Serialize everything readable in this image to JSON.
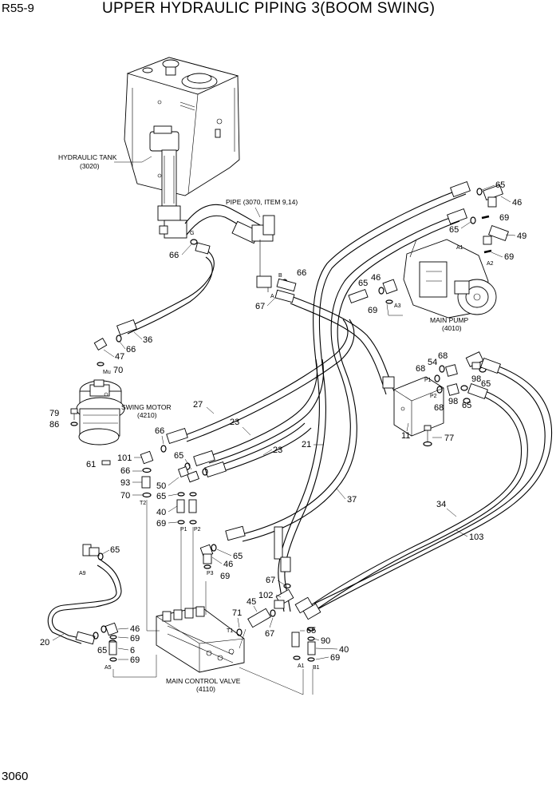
{
  "header": {
    "model": "R55-9",
    "title": "UPPER HYDRAULIC PIPING 3(BOOM SWING)"
  },
  "footer": {
    "page_number": "3060"
  },
  "components": {
    "hydraulic_tank": {
      "name": "HYDRAULIC TANK",
      "code": "(3020)"
    },
    "pipe": {
      "name": "PIPE (3070, ITEM 9,14)"
    },
    "main_pump": {
      "name": "MAIN PUMP",
      "code": "(4010)"
    },
    "swing_motor": {
      "name": "SWING MOTOR",
      "code": "(4210)"
    },
    "main_control_valve": {
      "name": "MAIN CONTROL VALVE",
      "code": "(4110)"
    }
  },
  "ports": {
    "g": "G",
    "b": "B",
    "a": "A",
    "a1": "A1",
    "a2": "A2",
    "a3": "A3",
    "mu": "Mu",
    "p1_valve": "P1",
    "p2_valve": "P2",
    "t2": "T2",
    "p1": "P1",
    "p2": "P2",
    "p3": "P3",
    "a9": "A9",
    "a5": "A5",
    "t1": "T1",
    "a1_mcv": "A1",
    "b1_mcv": "B1"
  },
  "part_labels": {
    "p65_pump_top": "65",
    "p46_pump_top": "46",
    "p69_pump_top": "69",
    "p65_pump_mid": "65",
    "p49": "49",
    "p69_pump_a2": "69",
    "p66_pipe_b": "66",
    "p46_pump_a3": "46",
    "p65_pump_a3": "65",
    "p67_pipe_a": "67",
    "p69_pump_a3": "69",
    "p66_tank": "66",
    "p36": "36",
    "p66_hose36": "66",
    "p47": "47",
    "p70_mu": "70",
    "p79": "79",
    "p86": "86",
    "p61": "61",
    "p27": "27",
    "p23_upper": "23",
    "p23_lower": "23",
    "p66_hose27": "66",
    "p101": "101",
    "p66_elbow101": "66",
    "p93": "93",
    "p70_t2": "70",
    "p65_hose23": "65",
    "p50": "50",
    "p65_conn50": "65",
    "p40_p1": "40",
    "p69_p1": "69",
    "p21": "21",
    "p37": "37",
    "p34": "34",
    "p103": "103",
    "p68_valve_top": "68",
    "p54": "54",
    "p68_valve_p1": "68",
    "p98_upper": "98",
    "p65_valve_upper": "65",
    "p98_lower": "98",
    "p65_valve_lower": "65",
    "p68_valve_p2": "68",
    "p11": "11",
    "p77": "77",
    "p65_a9": "65",
    "p46_p3": "46",
    "p65_p3": "65",
    "p69_p3": "69",
    "p67_elbow102": "67",
    "p102": "102",
    "p45": "45",
    "p71": "71",
    "p67_t1": "67",
    "p20": "20",
    "p46_a5": "46",
    "p69_a5": "69",
    "p65_a5": "65",
    "p6": "6",
    "p69_a5_low": "69",
    "p65_a1": "65",
    "p90": "90",
    "p40_b1": "40",
    "p69_b1": "69"
  }
}
